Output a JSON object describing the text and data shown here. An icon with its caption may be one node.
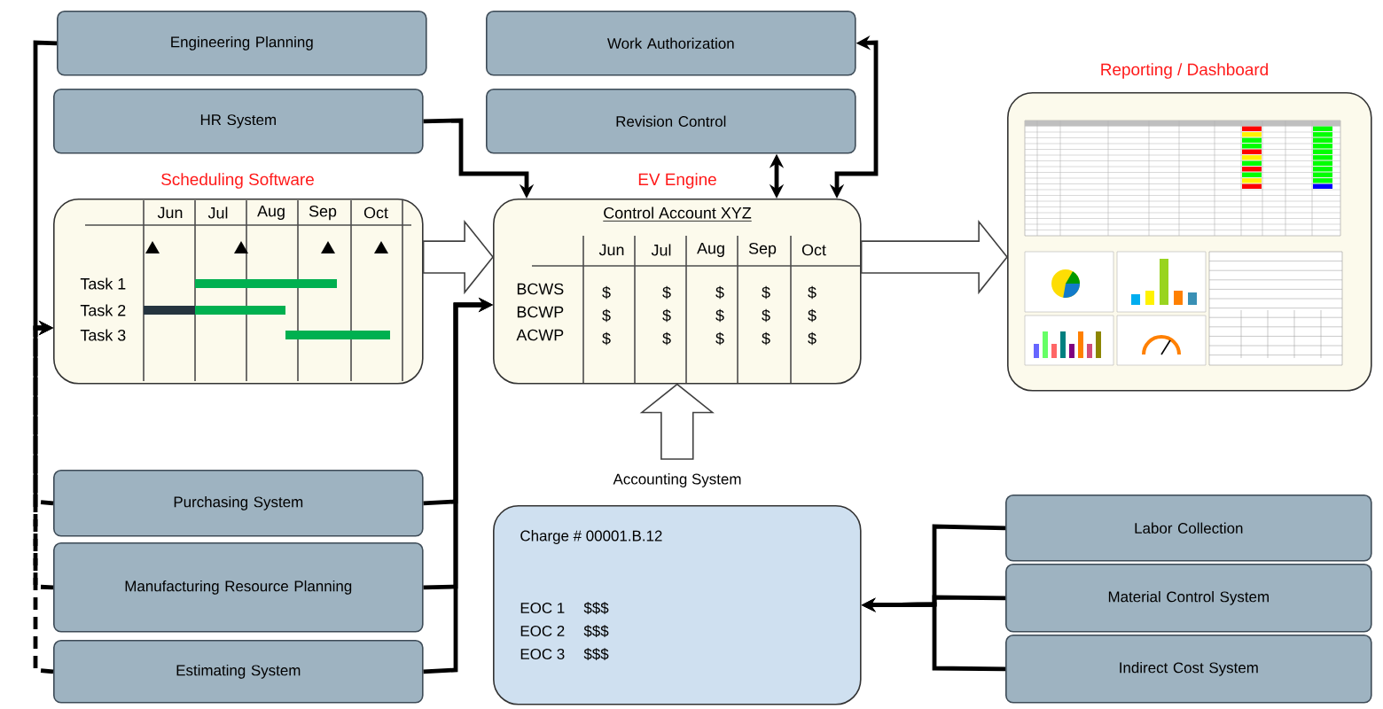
{
  "diagram": {
    "nodes": [
      {
        "text": [
          "Engineering Planning"
        ]
      },
      {
        "text": [
          "Work Authorization"
        ]
      },
      {
        "text": [
          "HR System"
        ]
      },
      {
        "text": [
          "Revision Control"
        ]
      },
      {
        "text": [
          "Scheduling Software",
          "Jun",
          "Jul",
          "Aug",
          "Sep",
          "Oct",
          "Task 1",
          "Task 2",
          "Task 3"
        ]
      },
      {
        "text": [
          "EV Engine",
          "Control Account XYZ",
          "Jun",
          "Jul",
          "Aug",
          "Sep",
          "Oct",
          "BCWS",
          "BCWP",
          "ACWP",
          "$",
          "$",
          "$",
          "$",
          "$",
          "$",
          "$",
          "$",
          "$",
          "$",
          "$",
          "$",
          "$",
          "$",
          "$"
        ]
      },
      {
        "text": [
          "Reporting / Dashboard"
        ]
      },
      {
        "text": [
          "Purchasing System"
        ]
      },
      {
        "text": [
          "Manufacturing Resource Planning"
        ]
      },
      {
        "text": [
          "Estimating System"
        ]
      },
      {
        "text": [
          "Accounting System",
          "Charge # 00001.B.12",
          "EOC 1",
          "$$$",
          "EOC 2",
          "$$$",
          "EOC 3",
          "$$$"
        ]
      },
      {
        "text": [
          "Labor Collection"
        ]
      },
      {
        "text": [
          "Material Control System"
        ]
      },
      {
        "text": [
          "Indirect Cost System"
        ]
      }
    ],
    "edges": [
      {
        "from": 0,
        "to": 4,
        "arrow": "to"
      },
      {
        "from": 7,
        "to": 4,
        "arrow": "to",
        "style": "dashed"
      },
      {
        "from": 8,
        "to": 4,
        "arrow": "to",
        "style": "dashed"
      },
      {
        "from": 9,
        "to": 4,
        "arrow": "to",
        "style": "dashed"
      },
      {
        "from": 2,
        "to": 5,
        "arrow": "to"
      },
      {
        "from": 7,
        "to": 5,
        "arrow": "to"
      },
      {
        "from": 8,
        "to": 5,
        "arrow": "to"
      },
      {
        "from": 9,
        "to": 5,
        "arrow": "to"
      },
      {
        "from": 3,
        "to": 5,
        "arrow": "both"
      },
      {
        "from": 1,
        "to": 5,
        "arrow": "both"
      },
      {
        "from": 4,
        "to": 5,
        "arrow": "to",
        "style": "thick"
      },
      {
        "from": 5,
        "to": 6,
        "arrow": "to",
        "style": "thick"
      },
      {
        "from": 10,
        "to": 5,
        "arrow": "to",
        "style": "thick"
      },
      {
        "from": 11,
        "to": 10,
        "arrow": "to"
      },
      {
        "from": 12,
        "to": 10,
        "arrow": "to"
      },
      {
        "from": 13,
        "to": 10,
        "arrow": "to"
      }
    ]
  }
}
